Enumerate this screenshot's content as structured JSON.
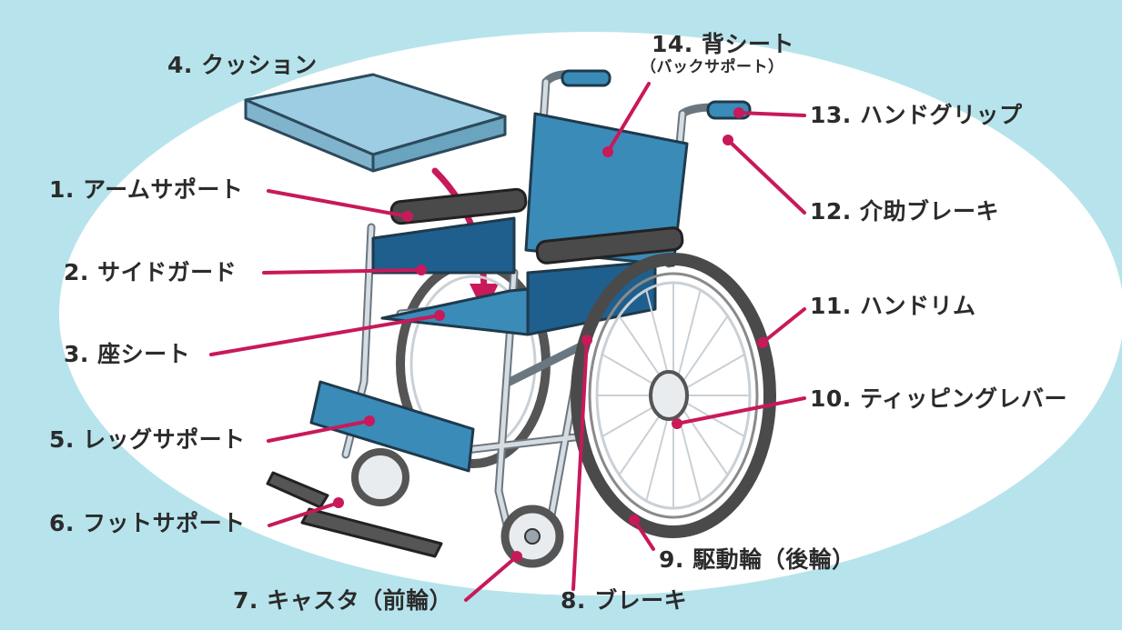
{
  "labels": {
    "armrest": "1. アームサポート",
    "side_guard": "2. サイドガード",
    "seat_sheet": "3. 座シート",
    "cushion": "4. クッション",
    "leg_support": "5. レッグサポート",
    "foot_support": "6. フットサポート",
    "caster": "7. キャスタ（前輪）",
    "brake": "8. ブレーキ",
    "drive_wheel": "9. 駆動輪（後輪）",
    "tipping_lever": "10. ティッピングレバー",
    "hand_rim": "11. ハンドリム",
    "assist_brake": "12. 介助ブレーキ",
    "hand_grip": "13. ハンドグリップ",
    "back_sheet": "14. 背シート",
    "back_sheet_sub": "（バックサポート）"
  },
  "colors": {
    "background": "#b7e4ec",
    "ellipse": "#ffffff",
    "leader": "#c8195a",
    "fabric": "#3a8bb8",
    "fabric_dark": "#1f5f8e",
    "frame": "#c9d0d6",
    "tire": "#555555",
    "cushion": "#8cc4dc"
  }
}
